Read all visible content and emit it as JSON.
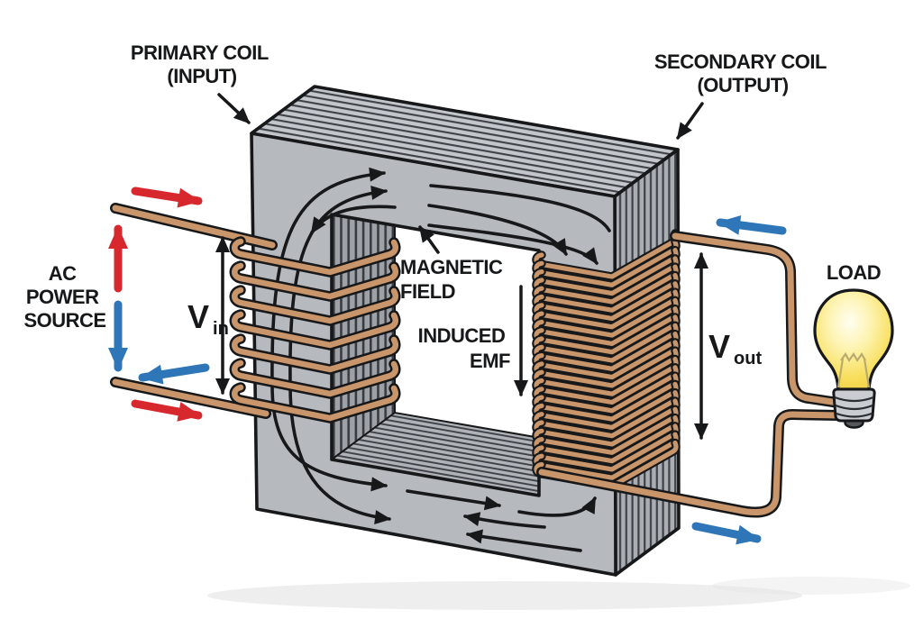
{
  "diagram": {
    "type": "transformer-diagram",
    "labels": {
      "primary_coil_line1": "PRIMARY COIL",
      "primary_coil_line2": "(INPUT)",
      "secondary_coil_line1": "SECONDARY COIL",
      "secondary_coil_line2": "(OUTPUT)",
      "ac_source_line1": "AC",
      "ac_source_line2": "POWER",
      "ac_source_line3": "SOURCE",
      "v_in_symbol": "V",
      "v_in_sub": "in",
      "v_out_symbol": "V",
      "v_out_sub": "out",
      "magnetic_field_line1": "MAGNETIC",
      "magnetic_field_line2": "FIELD",
      "induced_emf_line1": "INDUCED",
      "induced_emf_line2": "EMF",
      "load": "LOAD"
    },
    "colors": {
      "background": "#ffffff",
      "core_front_gray": "#b6b9be",
      "core_top_gray": "#c3c6cb",
      "core_side_gray": "#aaadb2",
      "core_inner_left_gray": "#9ea2a7",
      "core_inner_bottom_gray": "#b0b3b8",
      "lamination_dark": "#3e4248",
      "copper_wire": "#c9966b",
      "outline": "#17181a",
      "current_red": "#d7282e",
      "current_blue": "#2e76b8",
      "bulb_yellow": "#f8df5d",
      "bulb_base_gray": "#c9ccd1"
    }
  }
}
